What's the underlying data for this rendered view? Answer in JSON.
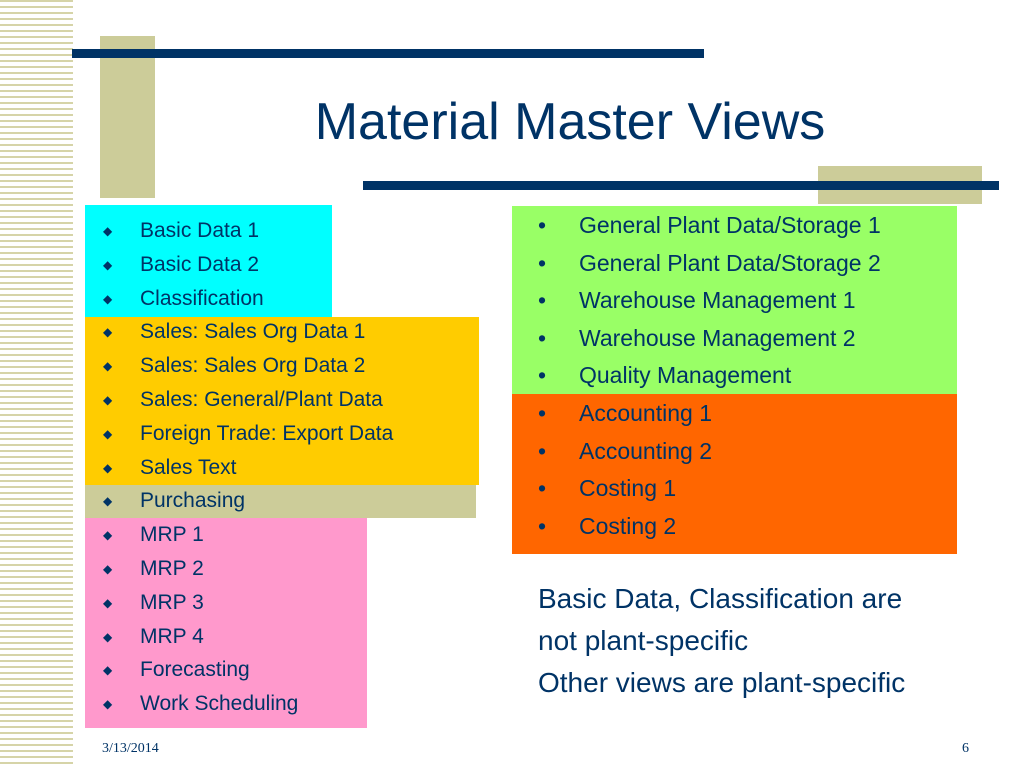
{
  "slide": {
    "title": "Material Master Views",
    "left_items": [
      "Basic Data 1",
      "Basic Data 2",
      "Classification",
      "Sales: Sales Org Data 1",
      "Sales: Sales Org Data 2",
      "Sales: General/Plant Data",
      "Foreign Trade: Export Data",
      "Sales Text",
      "Purchasing",
      "MRP 1",
      "MRP 2",
      "MRP 3",
      "MRP 4",
      "Forecasting",
      "Work Scheduling"
    ],
    "right_items": [
      "General Plant Data/Storage 1",
      "General Plant Data/Storage 2",
      "Warehouse Management 1",
      "Warehouse Management 2",
      "Quality Management",
      "Accounting 1",
      "Accounting 2",
      "Costing 1",
      "Costing 2"
    ],
    "note_lines": [
      "Basic Data, Classification are",
      "not plant-specific",
      "Other views are plant-specific"
    ],
    "date": "3/13/2014",
    "page_number": "6",
    "left_bullet_glyph": "◆",
    "right_bullet_glyph": "•"
  },
  "colors": {
    "text": "#003366",
    "cyan": "#00ffff",
    "yellow": "#ffcc00",
    "tan": "#cccc99",
    "pink": "#ff99cc",
    "green": "#99ff66",
    "orange": "#ff6600"
  }
}
